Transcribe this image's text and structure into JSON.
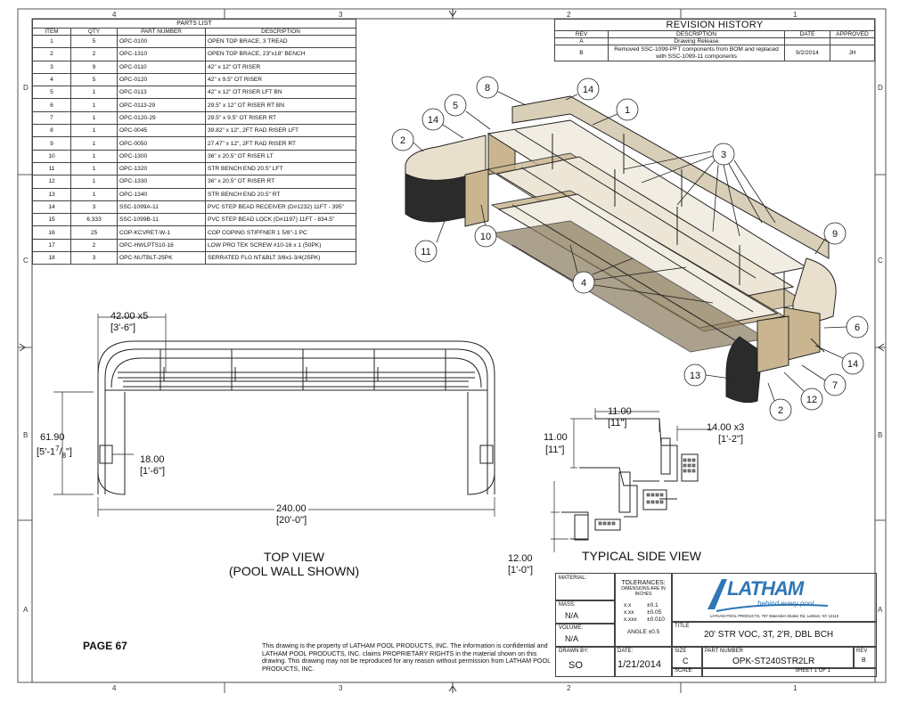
{
  "zones": {
    "top": [
      "4",
      "3",
      "2",
      "1"
    ],
    "bottom": [
      "4",
      "3",
      "2",
      "1"
    ],
    "left": [
      "D",
      "C",
      "B",
      "A"
    ],
    "right": [
      "D",
      "C",
      "B",
      "A"
    ]
  },
  "parts_list": {
    "title": "PARTS LIST",
    "headers": [
      "ITEM",
      "QTY",
      "PART NUMBER",
      "DESCRIPTION"
    ],
    "rows": [
      [
        "1",
        "5",
        "OPC-0100",
        "OPEN TOP BRACE, 3 TREAD"
      ],
      [
        "2",
        "2",
        "OPC-1310",
        "OPEN TOP BRACE, 23\"x18\" BENCH"
      ],
      [
        "3",
        "9",
        "OPC-0110",
        "42\" x 12\" OT RISER"
      ],
      [
        "4",
        "5",
        "OPC-0120",
        "42\" x 9.5\" OT RISER"
      ],
      [
        "5",
        "1",
        "OPC-0113",
        "42\" x 12\" OT RISER LFT BN"
      ],
      [
        "6",
        "1",
        "OPC-0113-29",
        "29.5\" x 12\" OT RISER RT BN"
      ],
      [
        "7",
        "1",
        "OPC-0120-29",
        "29.5\" x 9.5\" OT RISER RT"
      ],
      [
        "8",
        "1",
        "OPC-0045",
        "39.82\" x 12\", 2FT RAD RISER LFT"
      ],
      [
        "9",
        "1",
        "OPC-0050",
        "27.47\" x 12\", 2FT RAD RISER RT"
      ],
      [
        "10",
        "1",
        "OPC-1300",
        "36\" x 20.5\" OT RISER LT"
      ],
      [
        "11",
        "1",
        "OPC-1320",
        "STR BENCH END 20.5\" LFT"
      ],
      [
        "12",
        "1",
        "OPC-1330",
        "36\" x 20.5\" OT RISER RT"
      ],
      [
        "13",
        "1",
        "OPC-1340",
        "STR BENCH END 20.5\" RT"
      ],
      [
        "14",
        "3",
        "SSC-1099A-11",
        "PVC STEP BEAD RECEIVER (D#1232) 11FT - 395\""
      ],
      [
        "15",
        "6.333",
        "SSC-1099B-11",
        "PVC STEP BEAD LOCK (D#1197) 11FT - 834.5\""
      ],
      [
        "16",
        "25",
        "COP-KCVRET-W-1",
        "COP COPING STIFFNER 1 5/8\"-1 PC"
      ],
      [
        "17",
        "2",
        "OPC-HWLPTS10-16",
        "LOW PRO TEK SCREW #10-16 x 1 (50PK)"
      ],
      [
        "18",
        "3",
        "OPC-NUTBLT-25PK",
        "SERRATED FLG NT&BLT 3/8x1-3/4(25PK)"
      ]
    ]
  },
  "revision_history": {
    "title": "REVISION HISTORY",
    "headers": [
      "REV",
      "DESCRIPTION",
      "DATE",
      "APPROVED"
    ],
    "rows": [
      [
        "A",
        "Drawing Release",
        "",
        ""
      ],
      [
        "B",
        "Removed SSC-1099-PFT components from BOM and replaced with SSC-1099-11 components",
        "9/2/2014",
        "JH"
      ]
    ]
  },
  "top_view": {
    "dim_segment": "42.00 x5",
    "dim_segment_ft": "[3'-6\"]",
    "dim_height": "61.90",
    "dim_height_ft": "[5'-1",
    "dim_height_frac_num": "7",
    "dim_height_frac_den": "8",
    "dim_height_ft_end": "\"]",
    "dim_bench": "18.00",
    "dim_bench_ft": "[1'-6\"]",
    "dim_length": "240.00",
    "dim_length_ft": "[20'-0\"]",
    "title_line1": "TOP VIEW",
    "title_line2": "(POOL WALL SHOWN)"
  },
  "side_view": {
    "dim_top": "11.00",
    "dim_top_ft": "[11\"]",
    "dim_left": "11.00",
    "dim_left_ft": "[11\"]",
    "dim_tread": "14.00 x3",
    "dim_tread_ft": "[1'-2\"]",
    "dim_bottom": "12.00",
    "dim_bottom_ft": "[1'-0\"]",
    "title": "TYPICAL SIDE VIEW"
  },
  "balloons": [
    "8",
    "14",
    "1",
    "14",
    "5",
    "2",
    "3",
    "9",
    "11",
    "10",
    "4",
    "6",
    "14",
    "13",
    "7",
    "12",
    "2"
  ],
  "page_label": "PAGE 67",
  "notice": "This drawing is the property of LATHAM POOL PRODUCTS, INC. The information is confidential and LATHAM POOL PRODUCTS, INC. claims PROPRIETARY RIGHTS in the material shown on this drawing. This drawing may not be reproduced for any reason without permission from LATHAM POOL PRODUCTS, INC.",
  "title_block": {
    "material_label": "MATERIAL:",
    "mass_label": "MASS:",
    "mass_value": "N/A",
    "volume_label": "VOLUME:",
    "volume_value": "N/A",
    "drawn_by_label": "DRAWN BY:",
    "drawn_by_value": "SO",
    "tolerances_title": "TOLERANCES:",
    "tolerances_sub1": "DIMENSIONS ARE IN",
    "tolerances_sub2": "INCHES",
    "tol_rows": [
      [
        "x.x",
        "±0.1"
      ],
      [
        "x.xx",
        "±0.05"
      ],
      [
        "x.xxx",
        "±0.010"
      ]
    ],
    "angle": "ANGLE  ±0.5",
    "date_label": "DATE:",
    "date_value": "1/21/2014",
    "logo_text": "LATHAM",
    "logo_tagline": "behind every pool",
    "address": "LATHAM POOL PRODUCTS, 787 Watervliet Shaker Rd, Latham, NY 12110",
    "title_label": "TITLE",
    "title_value": "20' STR VOC, 3T, 2'R, DBL BCH",
    "size_label": "SIZE",
    "size_value": "C",
    "part_number_label": "PART NUMBER",
    "part_number_value": "OPK-ST240STR2LR",
    "rev_label": "REV",
    "rev_value": "B",
    "scale_label": "SCALE",
    "sheet": "SHEET 1  OF 1"
  },
  "colors": {
    "wood": "#c9b690",
    "wood_dark": "#8a7a5c",
    "panel_dark": "#2b2b2b",
    "logo_blue": "#2f76b6"
  }
}
